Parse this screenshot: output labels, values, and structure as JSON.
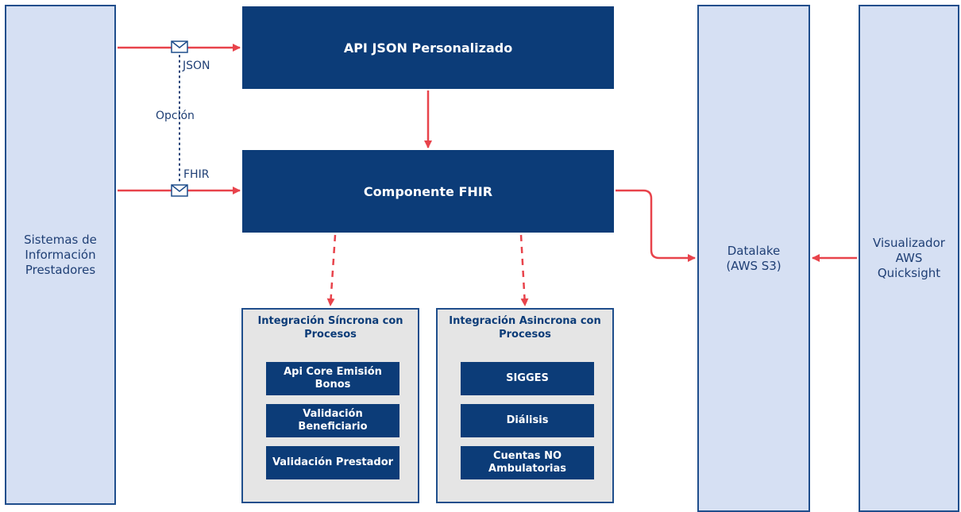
{
  "columns": {
    "left": "Sistemas de\nInformación\nPrestadores",
    "datalake": "Datalake\n(AWS S3)",
    "visualizer": "Visualizador\nAWS\nQuicksight"
  },
  "boxes": {
    "api_json": "API JSON Personalizado",
    "fhir": "Componente FHIR"
  },
  "labels": {
    "json": "JSON",
    "option": "Opción",
    "fhir": "FHIR"
  },
  "groups": {
    "sync": {
      "title": "Integración Síncrona con\nProcesos",
      "items": [
        "Api Core Emisión\nBonos",
        "Validación\nBeneficiario",
        "Validación Prestador"
      ]
    },
    "async": {
      "title": "Integración Asincrona con\nProcesos",
      "items": [
        "SIGGES",
        "Diálisis",
        "Cuentas NO\nAmbulatorias"
      ]
    }
  },
  "colors": {
    "navy": "#0c3c78",
    "light_blue": "#d6e0f3",
    "group_gray": "#e5e5e5",
    "arrow_red": "#e8434b"
  },
  "icons": [
    "envelope-icon"
  ]
}
